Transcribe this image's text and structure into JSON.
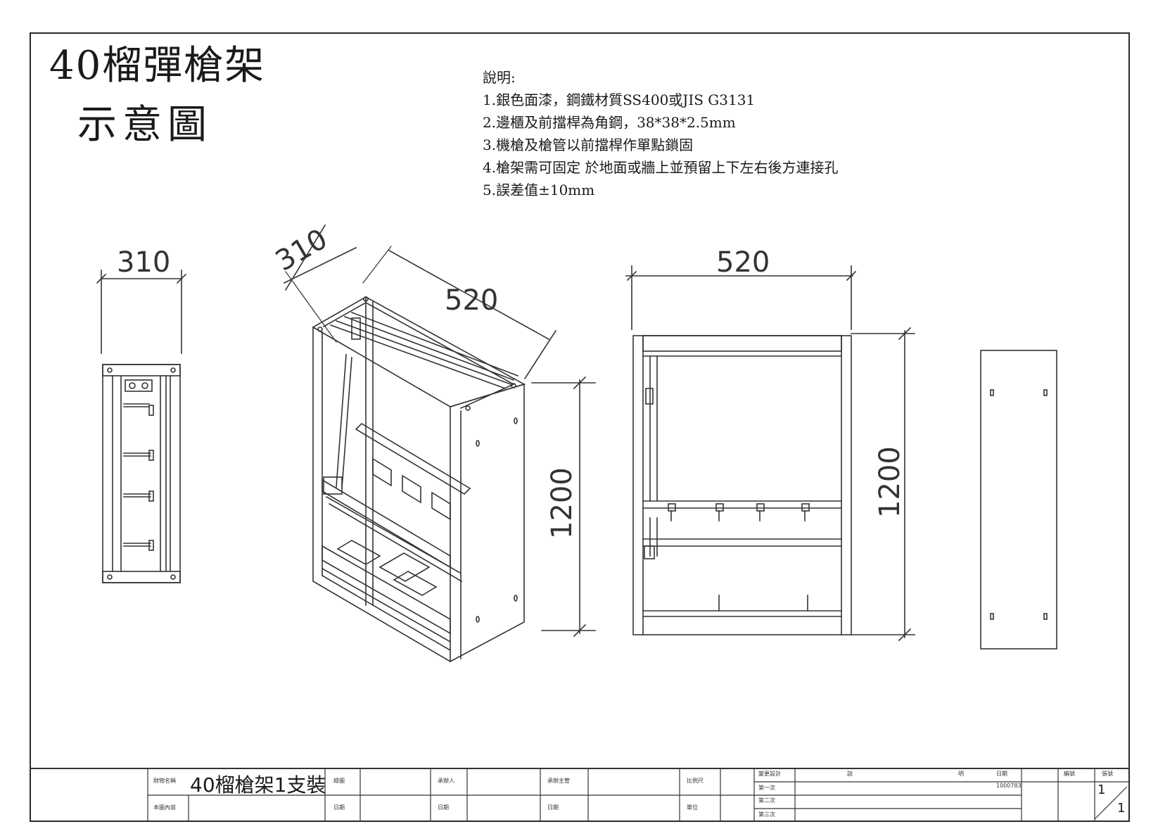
{
  "title": {
    "line1": "40榴彈槍架",
    "line2": "示意圖"
  },
  "notes": {
    "heading": "說明:",
    "items": [
      "1.銀色面漆，鋼鐵材質SS400或JIS G3131",
      "2.邊櫃及前擋桿為角鋼，38*38*2.5mm",
      "3.機槍及槍管以前擋桿作單點鎖固",
      "4.槍架需可固定 於地面或牆上並預留上下左右後方連接孔",
      "5.誤差值±10mm"
    ]
  },
  "dimensions": {
    "side_width": "310",
    "iso_depth": "310",
    "iso_width": "520",
    "iso_height": "1200",
    "front_width": "520",
    "front_height": "1200"
  },
  "title_block": {
    "item_name_label": "財物名稱",
    "item_name_value": "40榴槍架1支裝",
    "drawing_label": "繪圖",
    "contract_label": "承辦人",
    "contractor_label": "承辦主管",
    "scale_label": "比例尺",
    "content_label": "本圖內容",
    "date_label_1": "日期",
    "date_label_2": "日期",
    "date_label_3": "日期",
    "unit_label": "單位",
    "rev_label": "變更設計",
    "rev_1": "第一次",
    "rev_2": "第二次",
    "rev_3": "第三次",
    "desc_label": "說",
    "desc_label_2": "明",
    "date_col_label": "日期",
    "date_col_value": "1000783",
    "number_label": "編號",
    "sheet_label": "張號",
    "sheet_value_top": "1",
    "sheet_value_bottom": "1"
  }
}
